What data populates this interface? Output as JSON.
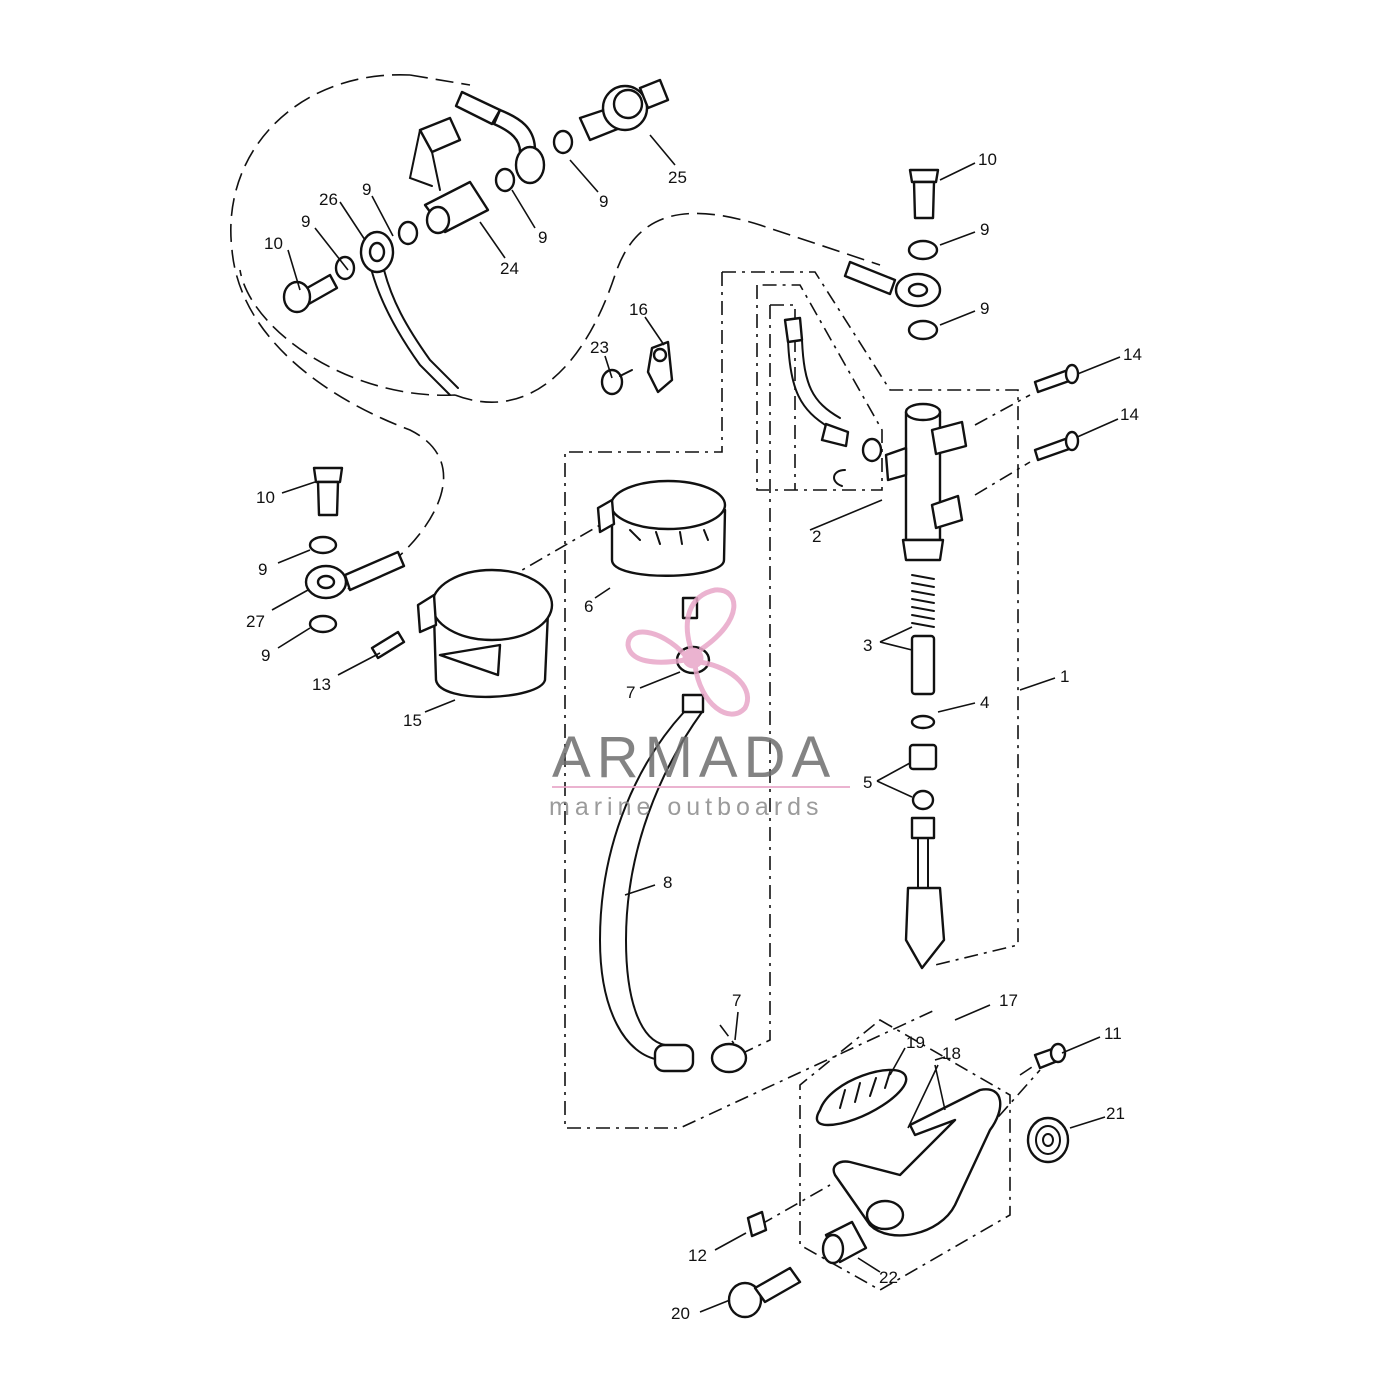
{
  "diagram": {
    "labels": [
      {
        "id": "l25",
        "text": "25"
      },
      {
        "id": "l9a",
        "text": "9"
      },
      {
        "id": "l9b",
        "text": "9"
      },
      {
        "id": "l9c",
        "text": "9"
      },
      {
        "id": "l26",
        "text": "26"
      },
      {
        "id": "l9d",
        "text": "9"
      },
      {
        "id": "l10a",
        "text": "10"
      },
      {
        "id": "l24",
        "text": "24"
      },
      {
        "id": "l10b",
        "text": "10"
      },
      {
        "id": "l9e",
        "text": "9"
      },
      {
        "id": "l9f",
        "text": "9"
      },
      {
        "id": "l16",
        "text": "16"
      },
      {
        "id": "l23",
        "text": "23"
      },
      {
        "id": "l14a",
        "text": "14"
      },
      {
        "id": "l14b",
        "text": "14"
      },
      {
        "id": "l2",
        "text": "2"
      },
      {
        "id": "l10c",
        "text": "10"
      },
      {
        "id": "l9g",
        "text": "9"
      },
      {
        "id": "l27",
        "text": "27"
      },
      {
        "id": "l9h",
        "text": "9"
      },
      {
        "id": "l13",
        "text": "13"
      },
      {
        "id": "l15",
        "text": "15"
      },
      {
        "id": "l6",
        "text": "6"
      },
      {
        "id": "l7a",
        "text": "7"
      },
      {
        "id": "l3",
        "text": "3"
      },
      {
        "id": "l1",
        "text": "1"
      },
      {
        "id": "l4",
        "text": "4"
      },
      {
        "id": "l5",
        "text": "5"
      },
      {
        "id": "l8",
        "text": "8"
      },
      {
        "id": "l7b",
        "text": "7"
      },
      {
        "id": "l17",
        "text": "17"
      },
      {
        "id": "l11",
        "text": "11"
      },
      {
        "id": "l19",
        "text": "19"
      },
      {
        "id": "l18",
        "text": "18"
      },
      {
        "id": "l21",
        "text": "21"
      },
      {
        "id": "l12",
        "text": "12"
      },
      {
        "id": "l22",
        "text": "22"
      },
      {
        "id": "l20",
        "text": "20"
      }
    ]
  },
  "watermark": {
    "brand": "ARMADA",
    "tagline": "marine outboards",
    "color": "#e8a6c8"
  }
}
